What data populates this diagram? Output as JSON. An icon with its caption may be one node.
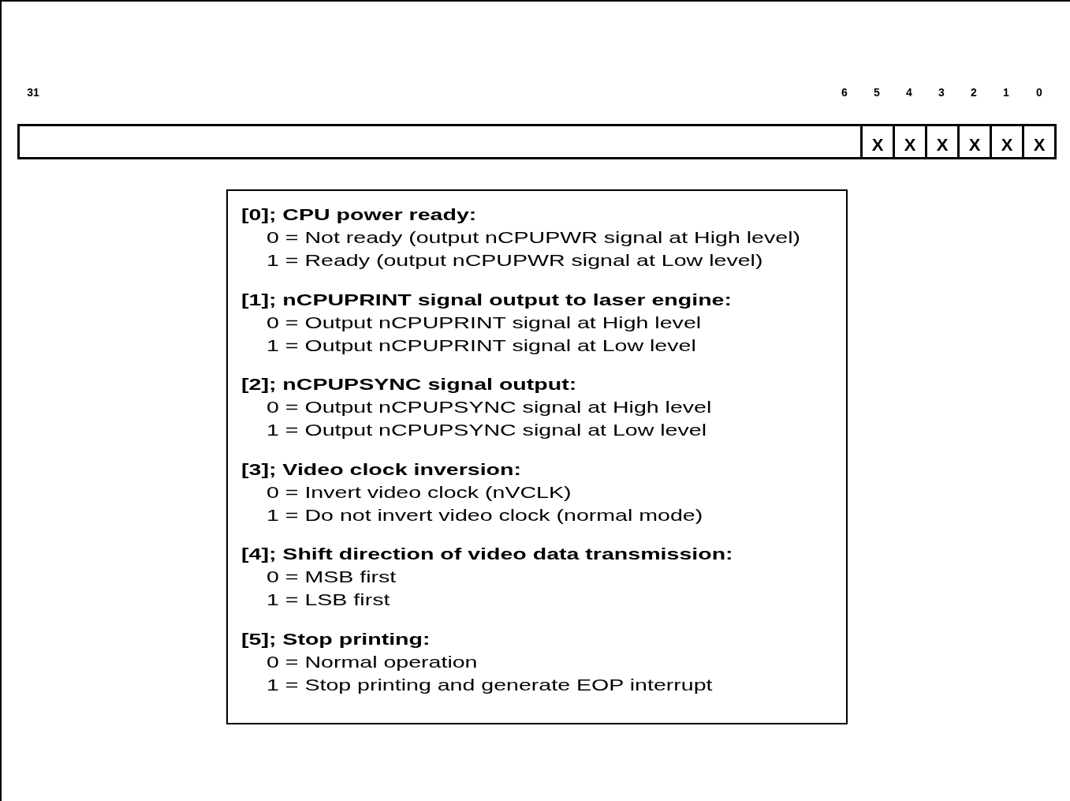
{
  "diagram": {
    "nodes": [
      {
        "text": [],
        "shape": "box"
      },
      {
        "text": [
          "X"
        ]
      },
      {
        "text": [
          "X"
        ]
      },
      {
        "text": [
          "X"
        ]
      },
      {
        "text": [
          "X"
        ]
      },
      {
        "text": [
          "X"
        ]
      },
      {
        "text": [
          "X"
        ]
      },
      {
        "text": [
          "[0]; CPU power ready:",
          "0 = Not ready (output nCPUPWR signal at High level)",
          "1 = Ready (output nCPUPWR signal at Low level)",
          "[1]; nCPUPRINT signal output to laser engine:",
          "0 = Output nCPUPRINT signal at High level",
          "1 = Output nCPUPRINT signal at Low level",
          "[2]; nCPUPSYNC signal output:",
          "0 = Output nCPUPSYNC signal at High level",
          "1 = Output nCPUPSYNC signal at Low level",
          "[3]; Video clock inversion:",
          "0 = Invert video clock (nVCLK)",
          "1 = Do not invert video clock (normal mode)",
          "[4]; Shift direction of video data transmission:",
          "0 = MSB first",
          "1 = LSB first",
          "[5]; Stop printing:",
          "0 = Normal operation",
          "1 = Stop printing and generate EOP interrupt"
        ]
      }
    ],
    "edges": [],
    "labels": [
      "31",
      "6",
      "5",
      "4",
      "3",
      "2",
      "1",
      "0"
    ]
  }
}
